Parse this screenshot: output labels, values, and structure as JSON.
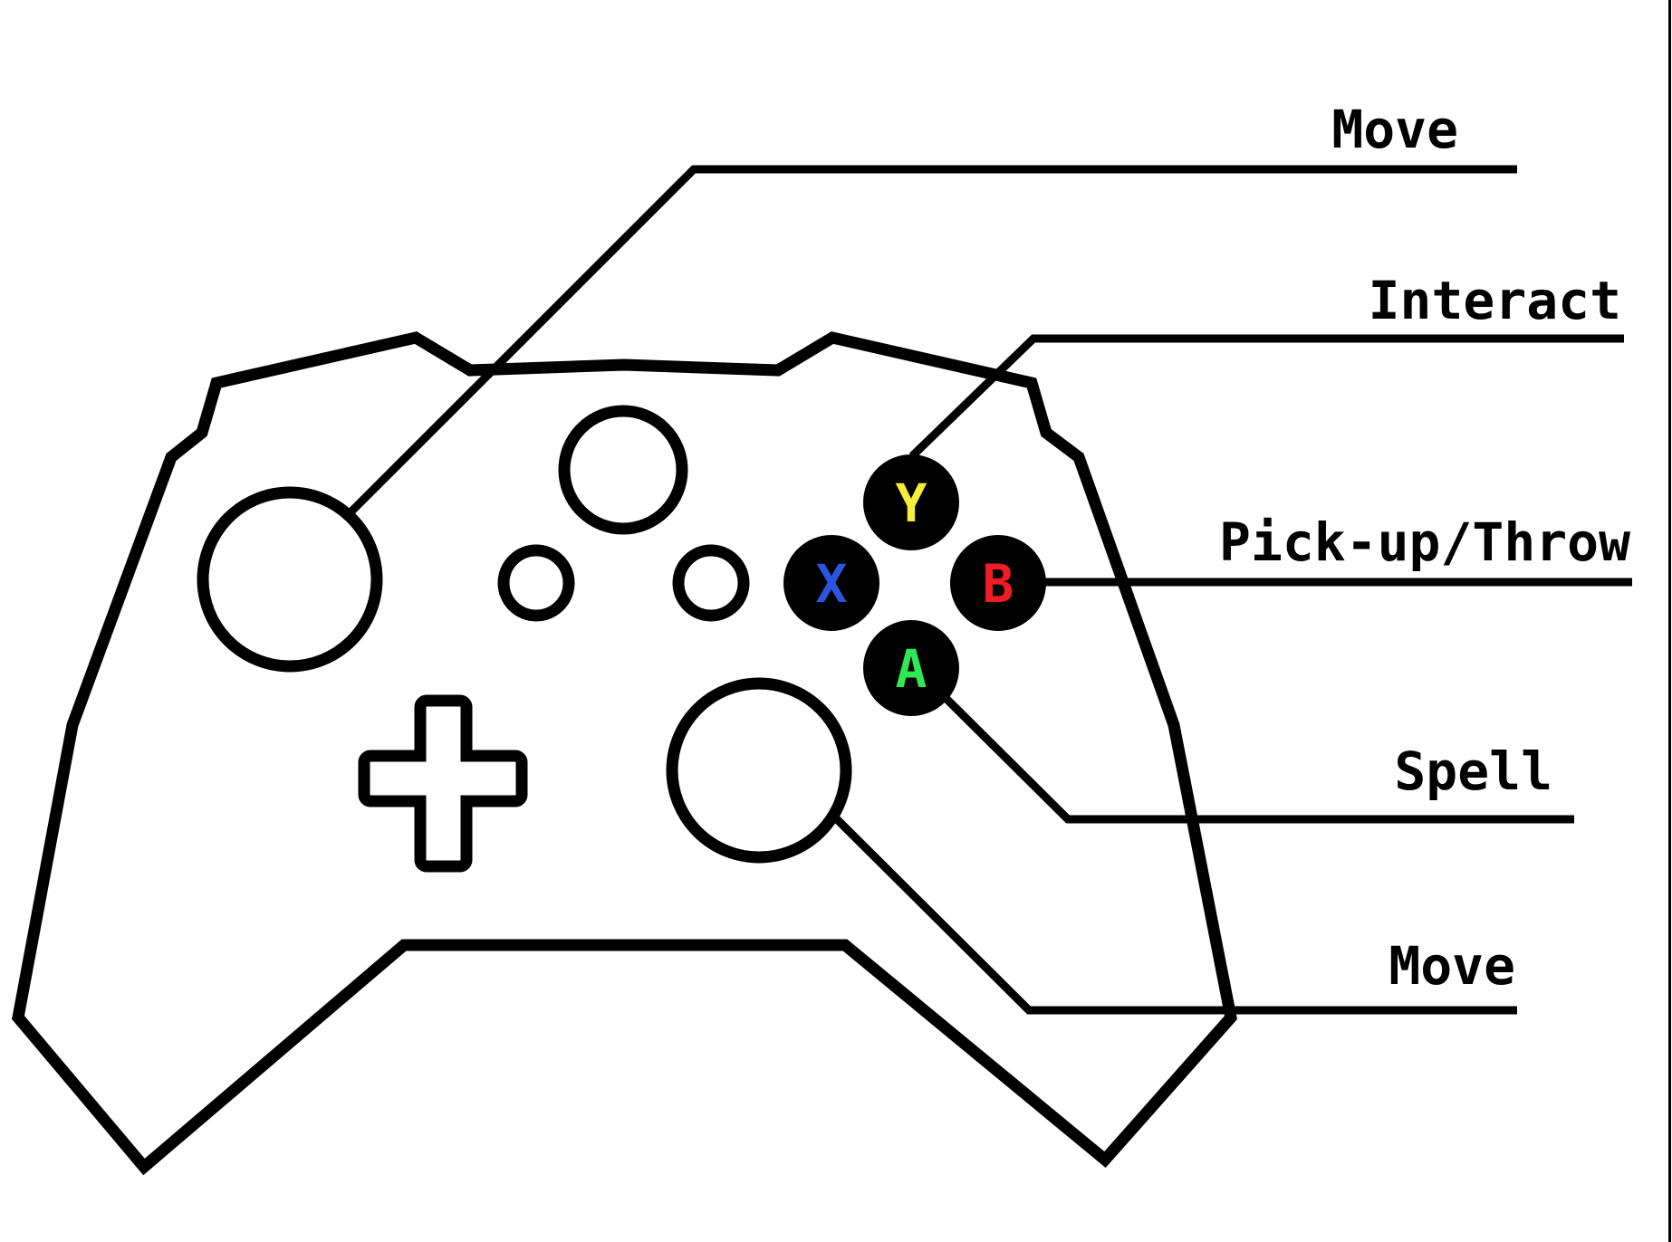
{
  "buttons": {
    "y": {
      "letter": "Y",
      "color": "#f5ee3b"
    },
    "x": {
      "letter": "X",
      "color": "#2c54e0"
    },
    "b": {
      "letter": "B",
      "color": "#ee1c24"
    },
    "a": {
      "letter": "A",
      "color": "#2ee855"
    }
  },
  "labels": {
    "left_stick": "Move",
    "y_button": "Interact",
    "b_button": "Pick-up/Throw",
    "a_button": "Spell",
    "right_stick": "Move"
  },
  "colors": {
    "line": "#000000",
    "background": "#ffffff",
    "face_button_fill": "#000000"
  }
}
